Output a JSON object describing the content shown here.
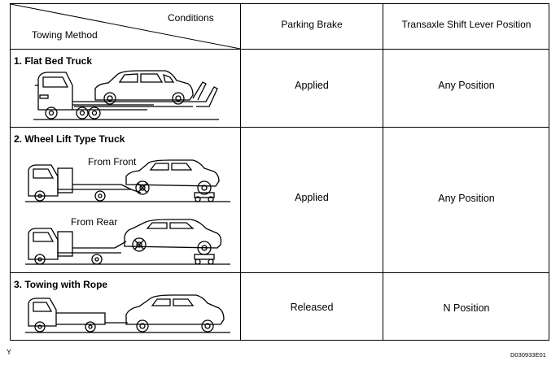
{
  "header": {
    "conditions_label": "Conditions",
    "towing_method_label": "Towing Method",
    "parking_brake_label": "Parking Brake",
    "shift_lever_label": "Transaxle Shift Lever Position"
  },
  "rows": [
    {
      "method": "1. Flat Bed Truck",
      "parking_brake": "Applied",
      "shift_lever": "Any Position",
      "sub_labels": []
    },
    {
      "method": "2. Wheel Lift Type Truck",
      "parking_brake": "Applied",
      "shift_lever": "Any Position",
      "sub_labels": [
        "From Front",
        "From Rear"
      ]
    },
    {
      "method": "3. Towing with Rope",
      "parking_brake": "Released",
      "shift_lever": "N Position",
      "sub_labels": []
    }
  ],
  "footer": {
    "left_mark": "Y",
    "figure_code": "D030933E01"
  }
}
